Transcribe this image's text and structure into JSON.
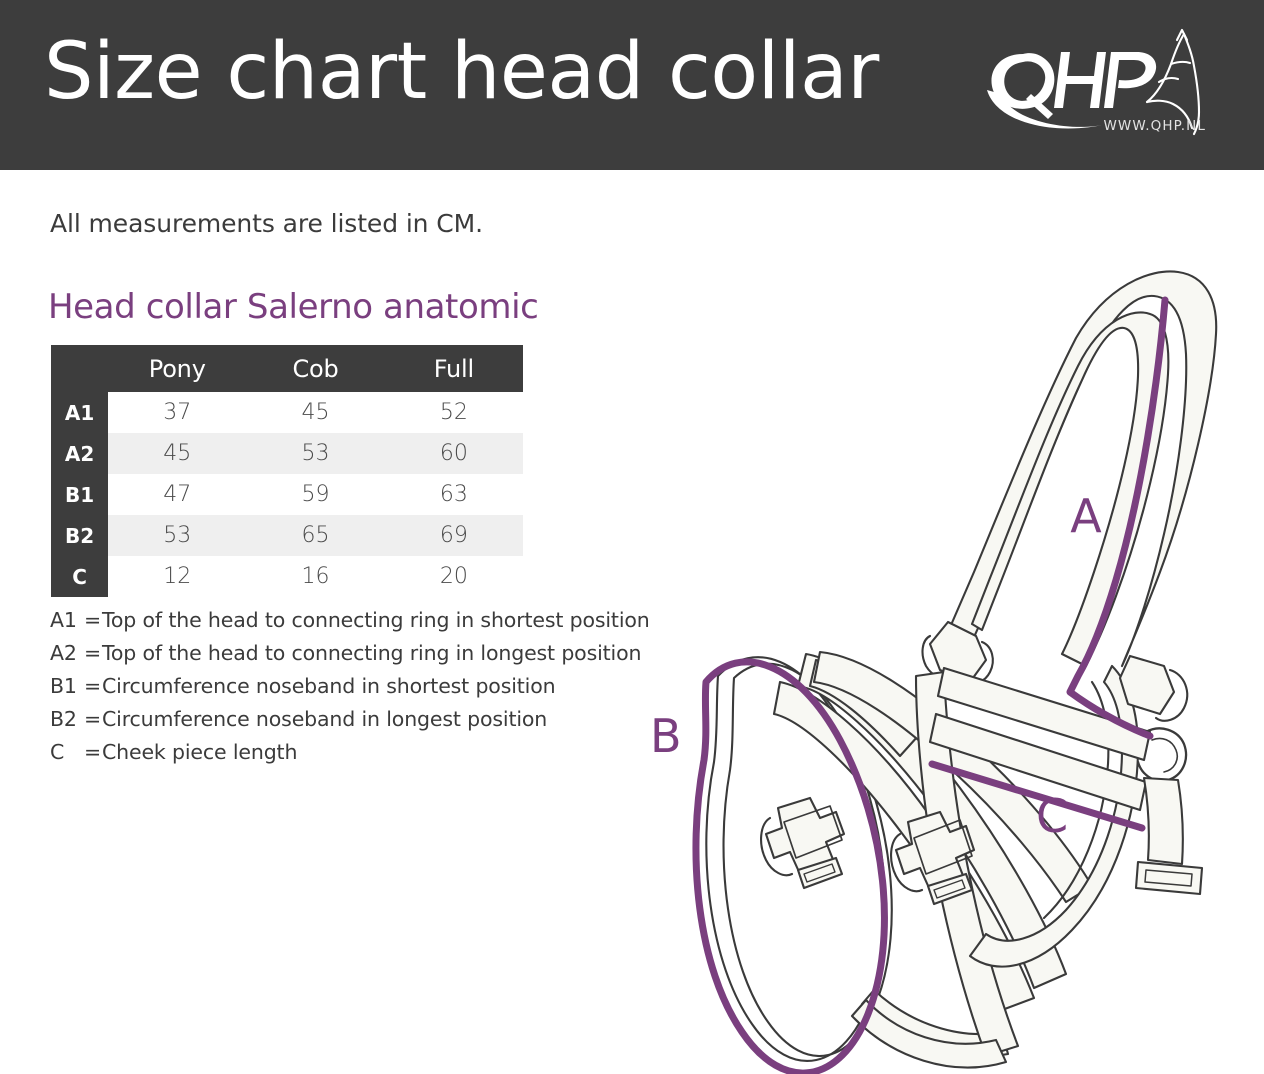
{
  "header": {
    "title": "Size chart head collar",
    "logo_text": "QHP",
    "logo_icon": "horse-head-icon",
    "website": "WWW.QHP.NL",
    "background_color": "#3d3d3d"
  },
  "intro": {
    "text": "All measurements are listed in CM."
  },
  "section": {
    "title": "Head collar Salerno anatomic",
    "accent_color": "#7a3f7f"
  },
  "chart_data": {
    "type": "table",
    "title": "Head collar Salerno anatomic",
    "unit": "CM",
    "columns": [
      "",
      "Pony",
      "Cob",
      "Full"
    ],
    "rows": [
      {
        "label": "A1",
        "values": [
          "37",
          "45",
          "52"
        ]
      },
      {
        "label": "A2",
        "values": [
          "45",
          "53",
          "60"
        ]
      },
      {
        "label": "B1",
        "values": [
          "47",
          "59",
          "63"
        ]
      },
      {
        "label": "B2",
        "values": [
          "53",
          "65",
          "69"
        ]
      },
      {
        "label": "C",
        "values": [
          "12",
          "16",
          "20"
        ]
      }
    ]
  },
  "table": {
    "headers": {
      "corner": "",
      "pony": "Pony",
      "cob": "Cob",
      "full": "Full"
    },
    "rows": [
      {
        "label": "A1",
        "pony": "37",
        "cob": "45",
        "full": "52"
      },
      {
        "label": "A2",
        "pony": "45",
        "cob": "53",
        "full": "60"
      },
      {
        "label": "B1",
        "pony": "47",
        "cob": "59",
        "full": "63"
      },
      {
        "label": "B2",
        "pony": "53",
        "cob": "65",
        "full": "69"
      },
      {
        "label": "C",
        "pony": "12",
        "cob": "16",
        "full": "20"
      }
    ]
  },
  "legend": {
    "items": [
      {
        "key": "A1",
        "eq": "=",
        "desc": "Top of the head to connecting ring in shortest position"
      },
      {
        "key": "A2",
        "eq": "=",
        "desc": "Top of the head to connecting ring in longest position"
      },
      {
        "key": "B1",
        "eq": "=",
        "desc": "Circumference noseband in shortest position"
      },
      {
        "key": "B2",
        "eq": "=",
        "desc": "Circumference noseband in longest position"
      },
      {
        "key": "C",
        "eq": "=",
        "desc": "Cheek piece length"
      }
    ]
  },
  "diagram": {
    "name": "head-collar-measurement-diagram",
    "labels": {
      "a": "A",
      "b": "B",
      "c": "C"
    },
    "measure_color": "#7a3f7f",
    "outline_color": "#3a3a3a",
    "strap_fill": "#f8f8f3"
  }
}
